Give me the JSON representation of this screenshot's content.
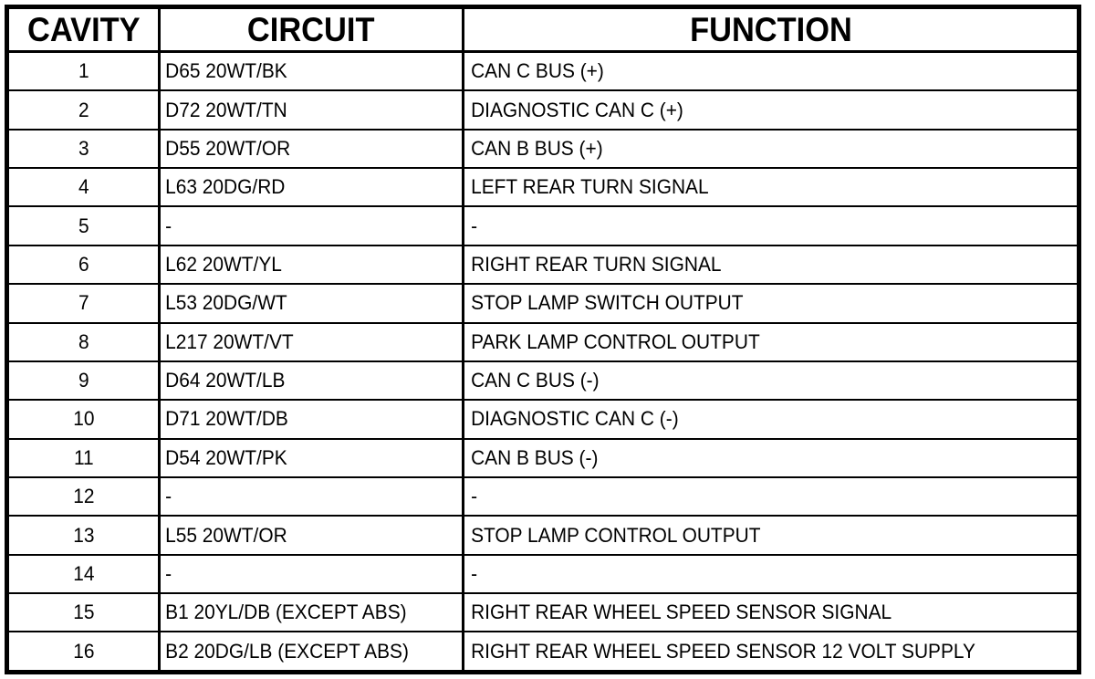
{
  "table": {
    "columns": [
      {
        "key": "cavity",
        "label": "CAVITY"
      },
      {
        "key": "circuit",
        "label": "CIRCUIT"
      },
      {
        "key": "function",
        "label": "FUNCTION"
      }
    ],
    "rows": [
      {
        "cavity": "1",
        "circuit": "D65 20WT/BK",
        "function": "CAN C BUS (+)"
      },
      {
        "cavity": "2",
        "circuit": "D72 20WT/TN",
        "function": "DIAGNOSTIC CAN C (+)"
      },
      {
        "cavity": "3",
        "circuit": "D55 20WT/OR",
        "function": "CAN B BUS (+)"
      },
      {
        "cavity": "4",
        "circuit": "L63 20DG/RD",
        "function": "LEFT REAR TURN SIGNAL"
      },
      {
        "cavity": "5",
        "circuit": "-",
        "function": "-"
      },
      {
        "cavity": "6",
        "circuit": "L62 20WT/YL",
        "function": "RIGHT REAR TURN SIGNAL"
      },
      {
        "cavity": "7",
        "circuit": "L53 20DG/WT",
        "function": "STOP LAMP SWITCH OUTPUT"
      },
      {
        "cavity": "8",
        "circuit": "L217 20WT/VT",
        "function": "PARK LAMP CONTROL OUTPUT"
      },
      {
        "cavity": "9",
        "circuit": "D64 20WT/LB",
        "function": "CAN C BUS (-)"
      },
      {
        "cavity": "10",
        "circuit": "D71 20WT/DB",
        "function": "DIAGNOSTIC CAN C (-)"
      },
      {
        "cavity": "11",
        "circuit": "D54 20WT/PK",
        "function": "CAN B BUS (-)"
      },
      {
        "cavity": "12",
        "circuit": "-",
        "function": "-"
      },
      {
        "cavity": "13",
        "circuit": "L55 20WT/OR",
        "function": "STOP LAMP CONTROL OUTPUT"
      },
      {
        "cavity": "14",
        "circuit": "-",
        "function": "-"
      },
      {
        "cavity": "15",
        "circuit": "B1 20YL/DB (EXCEPT ABS)",
        "function": "RIGHT REAR WHEEL SPEED SENSOR SIGNAL"
      },
      {
        "cavity": "16",
        "circuit": "B2 20DG/LB (EXCEPT ABS)",
        "function": "RIGHT REAR WHEEL SPEED SENSOR 12 VOLT SUPPLY"
      }
    ]
  },
  "colors": {
    "border": "#000000",
    "background": "#ffffff",
    "text": "#000000"
  }
}
